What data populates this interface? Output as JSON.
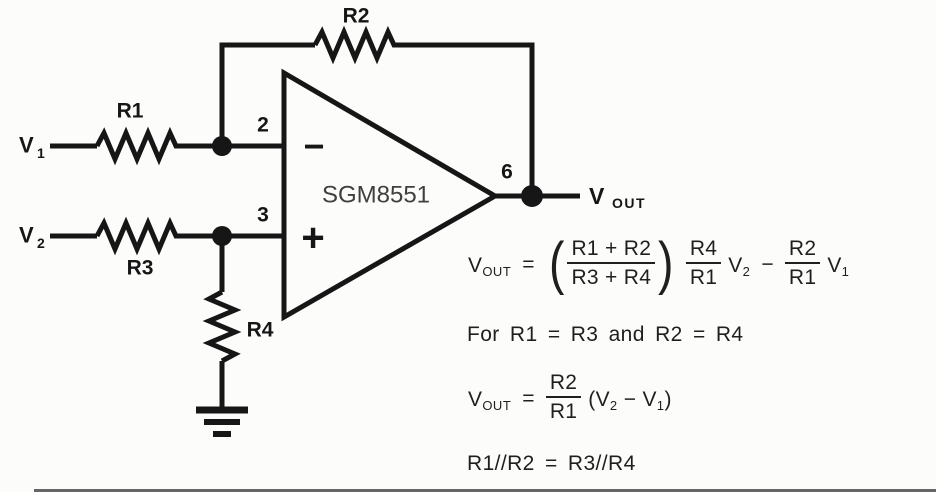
{
  "colors": {
    "ink": "#161616",
    "chip_label_color": "#3f3f3f",
    "background": "#fcfcfb"
  },
  "circuit": {
    "chip_label": "SGM8551",
    "pins": {
      "inverting": "2",
      "noninverting": "3",
      "output": "6"
    },
    "polarity": {
      "minus": "−",
      "plus": "+"
    },
    "resistors": {
      "r1": "R1",
      "r2": "R2",
      "r3": "R3",
      "r4": "R4"
    },
    "v1": {
      "base": "V",
      "sub": "1"
    },
    "v2": {
      "base": "V",
      "sub": "2"
    },
    "vout": {
      "base": "V",
      "sub": "OUT"
    }
  },
  "equations": {
    "general": {
      "lhs_base": "V",
      "lhs_sub": "OUT",
      "eq": "=",
      "paren_open": "(",
      "paren_close": ")",
      "num1": "R1 + R2",
      "den1": "R3 + R4",
      "num2": "R4",
      "den2": "R1",
      "v2_base": "V",
      "v2_sub": "2",
      "minus": "−",
      "num3": "R2",
      "den3": "R1",
      "v1_base": "V",
      "v1_sub": "1"
    },
    "condition": "For R1 = R3 and R2 = R4",
    "simplified": {
      "lhs_base": "V",
      "lhs_sub": "OUT",
      "eq": "=",
      "num": "R2",
      "den": "R1",
      "open_v": "(V",
      "sub2": "2",
      "mid": " − V",
      "sub1": "1",
      "close": ")"
    },
    "parallel": "R1//R2 = R3//R4"
  }
}
